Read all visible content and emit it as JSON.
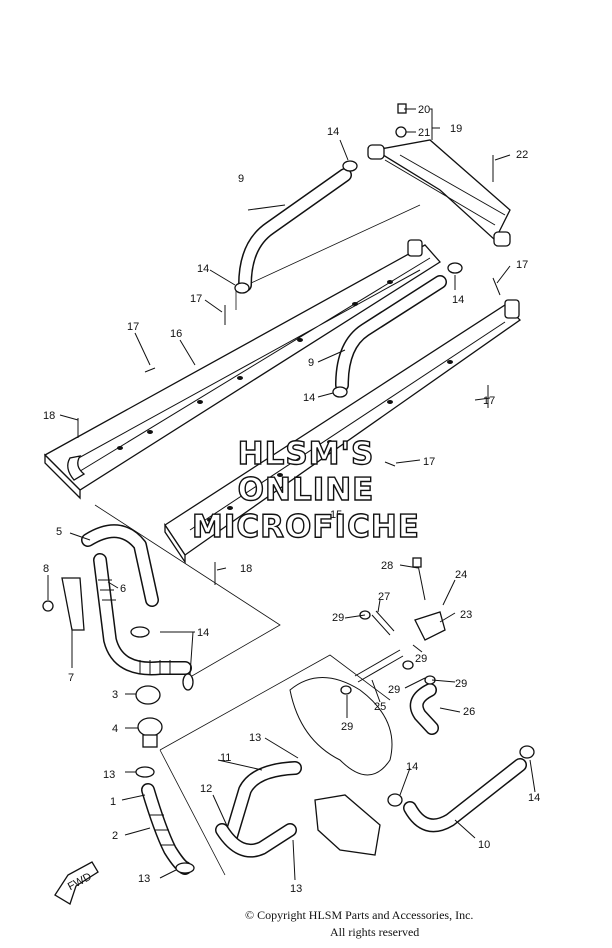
{
  "labels": {
    "p1": "1",
    "p2": "2",
    "p3": "3",
    "p4": "4",
    "p5": "5",
    "p6": "6",
    "p7": "7",
    "p8": "8",
    "p9a": "9",
    "p9b": "9",
    "p10": "10",
    "p11": "11",
    "p12": "12",
    "p13a": "13",
    "p13b": "13",
    "p13c": "13",
    "p13d": "13",
    "p14a": "14",
    "p14b": "14",
    "p14c": "14",
    "p14d": "14",
    "p14e": "14",
    "p14f": "14",
    "p14g": "14",
    "p15": "15",
    "p16": "16",
    "p17a": "17",
    "p17b": "17",
    "p17c": "17",
    "p17d": "17",
    "p17e": "17",
    "p18a": "18",
    "p18b": "18",
    "p19": "19",
    "p20": "20",
    "p21": "21",
    "p22": "22",
    "p23": "23",
    "p24": "24",
    "p25": "25",
    "p26": "26",
    "p27": "27",
    "p28": "28",
    "p29a": "29",
    "p29b": "29",
    "p29c": "29",
    "p29d": "29",
    "p29e": "29"
  },
  "watermark": {
    "line1": "HLSM'S",
    "line2": "ONLINE",
    "line3": "MICROFICHE"
  },
  "fwd_label": "FWD",
  "copyright": {
    "line1": "© Copyright HLSM Parts and Accessories, Inc.",
    "line2": "All rights reserved"
  }
}
